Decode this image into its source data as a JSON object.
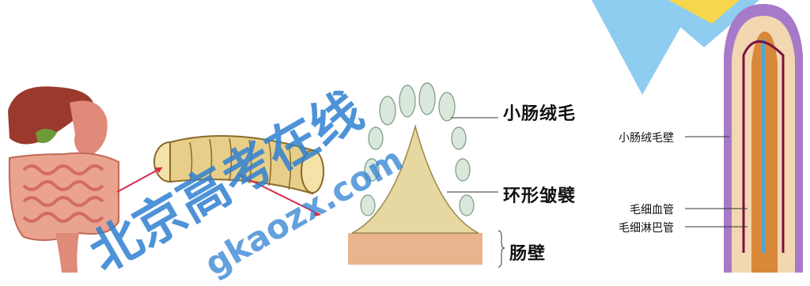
{
  "labels": {
    "villi": "小肠绒毛",
    "circular_fold": "环形皱襞",
    "intestinal_wall": "肠壁",
    "villus_wall": "小肠绒毛壁",
    "capillary": "毛细血管",
    "lymph_capillary": "毛细淋巴管"
  },
  "watermark": {
    "main": "北京高考在线",
    "sub": "gkaozx.com"
  },
  "colors": {
    "watermark_blue": "#2f80d1",
    "logo_blue": "#8fcdf0",
    "logo_yellow": "#f6d64a",
    "arrow_red": "#d8294a"
  }
}
